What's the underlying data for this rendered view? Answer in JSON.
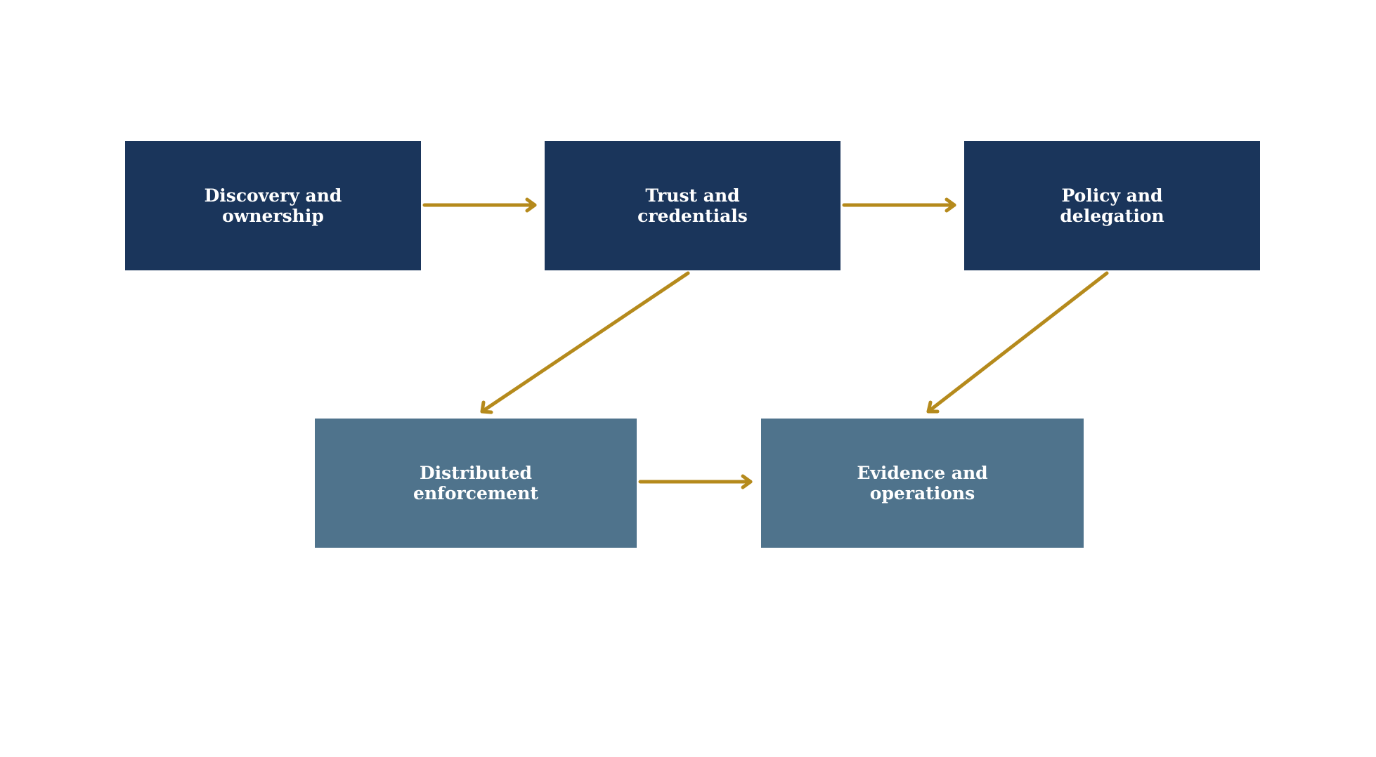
{
  "colors": {
    "primary_node": "#1a355b",
    "secondary_node": "#4f738c",
    "arrow": "#b58a1c",
    "text": "#ffffff",
    "background": "#ffffff"
  },
  "nodes": {
    "discovery": {
      "label": "Discovery and\nownership",
      "tier": "primary"
    },
    "trust": {
      "label": "Trust and\ncredentials",
      "tier": "primary"
    },
    "policy": {
      "label": "Policy and\ndelegation",
      "tier": "primary"
    },
    "enforcement": {
      "label": "Distributed\nenforcement",
      "tier": "secondary"
    },
    "evidence": {
      "label": "Evidence and\noperations",
      "tier": "secondary"
    }
  },
  "edges": [
    {
      "from": "discovery",
      "to": "trust"
    },
    {
      "from": "trust",
      "to": "policy"
    },
    {
      "from": "trust",
      "to": "enforcement"
    },
    {
      "from": "policy",
      "to": "evidence"
    },
    {
      "from": "enforcement",
      "to": "evidence"
    }
  ]
}
